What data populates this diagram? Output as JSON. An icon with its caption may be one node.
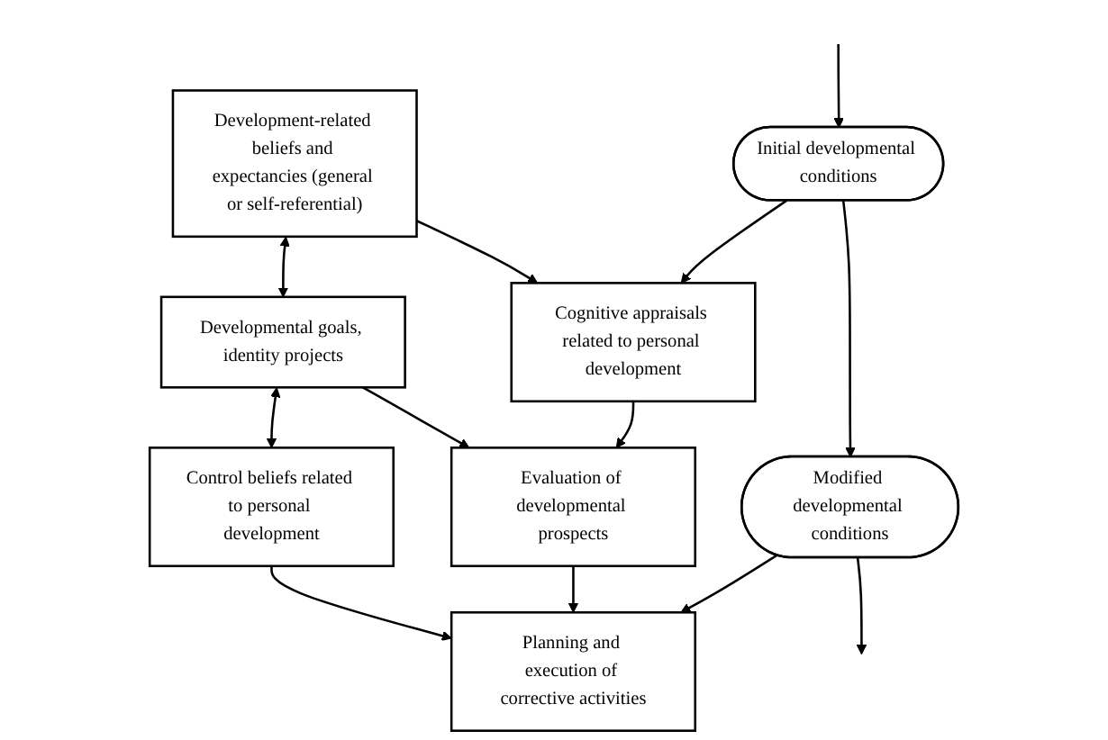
{
  "diagram": {
    "nodes": [
      {
        "text": [
          "Development-related beliefs and expectancies (general or self-referential)"
        ]
      },
      {
        "text": [
          "Developmental goals, identity projects"
        ]
      },
      {
        "text": [
          "Control beliefs related to personal development"
        ]
      },
      {
        "text": [
          "Cognitive appraisals related to personal development"
        ]
      },
      {
        "text": [
          "Evaluation of developmental prospects"
        ]
      },
      {
        "text": [
          "Planning and execution of corrective activities"
        ]
      },
      {
        "text": [
          "Initial developmental conditions"
        ]
      },
      {
        "text": [
          "Modified developmental conditions"
        ]
      }
    ],
    "edges": [
      {
        "from": 0,
        "to": 1,
        "arrow": "both"
      },
      {
        "from": 1,
        "to": 2,
        "arrow": "both"
      },
      {
        "from": 0,
        "to": 3,
        "arrow": "to"
      },
      {
        "from": 1,
        "to": 4,
        "arrow": "to"
      },
      {
        "from": 2,
        "to": 5,
        "arrow": "to"
      },
      {
        "from": 3,
        "to": 4,
        "arrow": "to"
      },
      {
        "from": 4,
        "to": 5,
        "arrow": "to"
      },
      {
        "from": 6,
        "to": 3,
        "arrow": "to"
      },
      {
        "from": 7,
        "to": 5,
        "arrow": "to"
      },
      {
        "from": null,
        "to": 6,
        "arrow": "to"
      },
      {
        "from": 6,
        "to": 7,
        "arrow": "to"
      },
      {
        "from": 7,
        "to": null,
        "arrow": "to"
      }
    ]
  }
}
